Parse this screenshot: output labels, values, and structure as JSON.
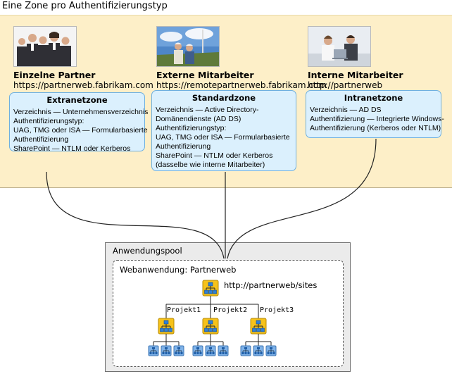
{
  "title": "Eine Zone pro Authentifizierungstyp",
  "colors": {
    "panel": "#fdefc8",
    "zone_box": "#dbf0fd",
    "zone_border": "#6fb0e0",
    "pool": "#ebebeb"
  },
  "zones": [
    {
      "user_type": "Einzelne Partner",
      "url": "https://partnerweb.fabrikam.com",
      "zone_name": "Extranetzone",
      "lines": [
        "Verzeichnis — Unternehmensverzeichnis",
        "Authentifizierungstyp:",
        "UAG, TMG oder ISA — Formularbasierte",
        "Authentifizierung",
        "SharePoint — NTLM oder Kerberos"
      ]
    },
    {
      "user_type": "Externe Mitarbeiter",
      "url": "https://remotepartnerweb.fabrikam.com",
      "zone_name": "Standardzone",
      "lines": [
        "Verzeichnis — Active Directory-",
        "Domänendienste (AD DS)",
        "Authentifizierungstyp:",
        "UAG, TMG oder ISA — Formularbasierte",
        "Authentifizierung",
        "SharePoint — NTLM oder Kerberos",
        "(dasselbe wie interne Mitarbeiter)"
      ]
    },
    {
      "user_type": "Interne Mitarbeiter",
      "url": "http://partnerweb",
      "zone_name": "Intranetzone",
      "lines": [
        "Verzeichnis — AD DS",
        "Authentifizierung — Integrierte Windows-",
        "Authentifizierung (Kerberos oder NTLM)"
      ]
    }
  ],
  "pool_label": "Anwendungspool",
  "webapp_label": "Webanwendung: Partnerweb",
  "root_url": "http://partnerweb/sites",
  "projects": [
    "Projekt1",
    "Projekt2",
    "Projekt3"
  ],
  "icons": {
    "photo": "people-photo",
    "site": "site-hierarchy-icon"
  }
}
